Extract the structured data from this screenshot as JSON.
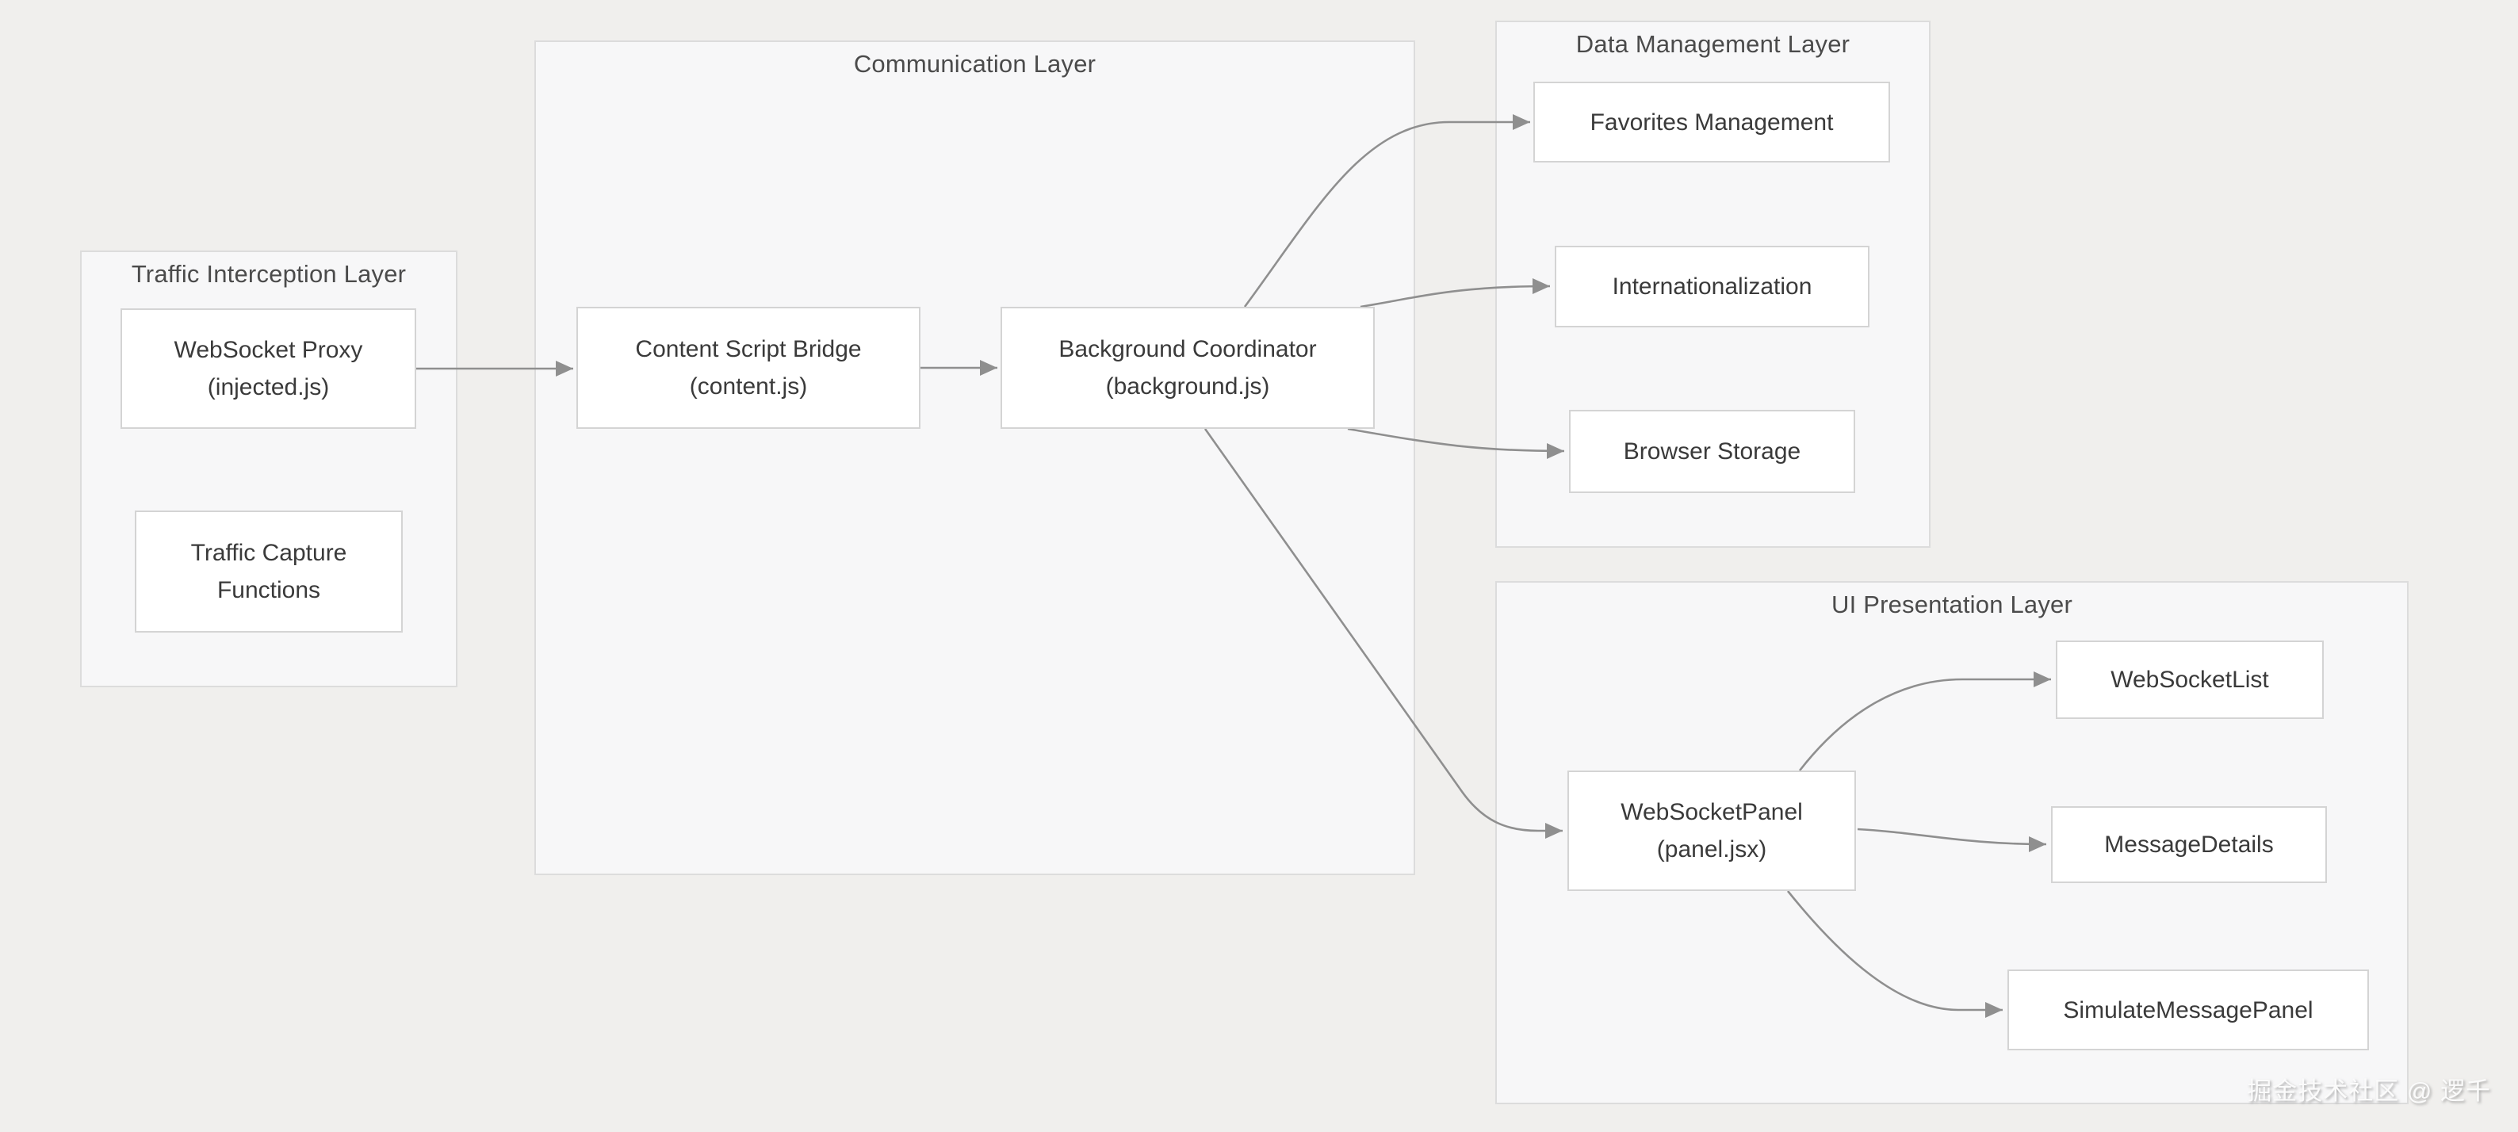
{
  "layers": {
    "traffic": {
      "title": "Traffic Interception Layer"
    },
    "communication": {
      "title": "Communication Layer"
    },
    "data": {
      "title": "Data Management Layer"
    },
    "ui": {
      "title": "UI Presentation Layer"
    }
  },
  "nodes": {
    "websocket_proxy": {
      "line1": "WebSocket Proxy",
      "line2": "(injected.js)"
    },
    "traffic_capture": {
      "line1": "Traffic Capture",
      "line2": "Functions"
    },
    "content_script_bridge": {
      "line1": "Content Script Bridge",
      "line2": "(content.js)"
    },
    "background_coordinator": {
      "line1": "Background Coordinator",
      "line2": "(background.js)"
    },
    "favorites_management": {
      "label": "Favorites Management"
    },
    "internationalization": {
      "label": "Internationalization"
    },
    "browser_storage": {
      "label": "Browser Storage"
    },
    "websocket_panel": {
      "line1": "WebSocketPanel",
      "line2": "(panel.jsx)"
    },
    "websocket_list": {
      "label": "WebSocketList"
    },
    "message_details": {
      "label": "MessageDetails"
    },
    "simulate_message_panel": {
      "label": "SimulateMessagePanel"
    }
  },
  "watermark": {
    "text": "掘金技术社区 @ 逻千"
  },
  "colors": {
    "canvas-bg": "#f0efed",
    "layer-bg": "#f7f7f8",
    "layer-border": "#dcdcdc",
    "node-bg": "#ffffff",
    "node-border": "#d4d4d4",
    "edge": "#8f8f8f",
    "title-text": "#4b4b4b",
    "node-text": "#3a3a3a",
    "watermark-text": "#fbfbfb"
  }
}
